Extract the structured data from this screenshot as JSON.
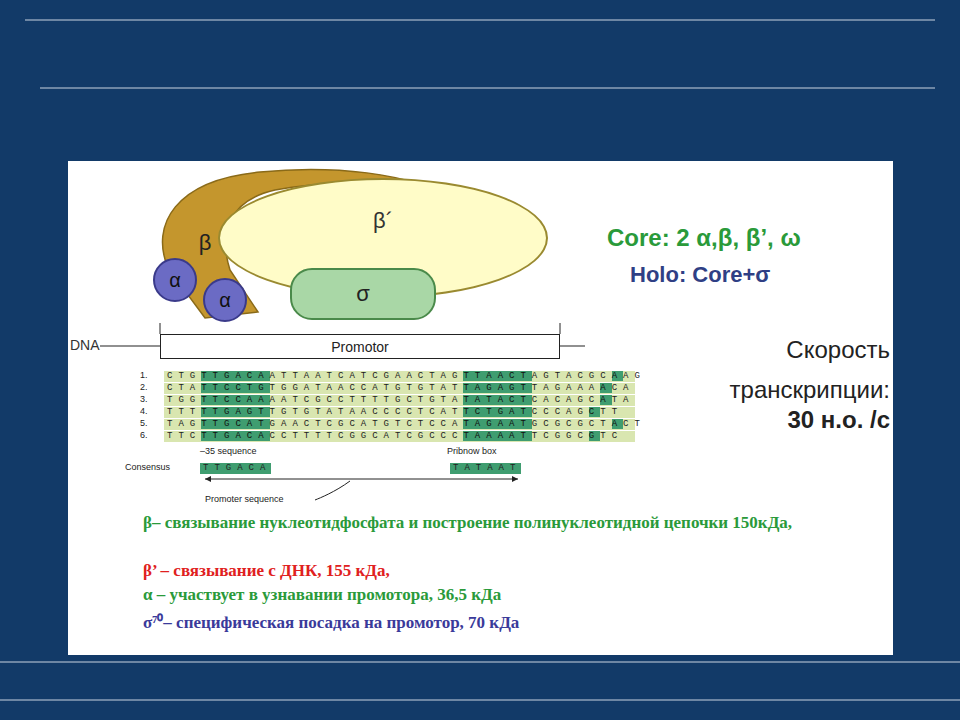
{
  "diagram": {
    "nodes": [
      {
        "text": [
          "β´"
        ]
      },
      {
        "text": [
          "β"
        ]
      },
      {
        "text": [
          "α"
        ]
      },
      {
        "text": [
          "α"
        ]
      },
      {
        "text": [
          "σ"
        ]
      },
      {
        "text": [
          "Promotor"
        ]
      }
    ],
    "labels": [
      "Core: 2 α,β, β’, ω",
      "Holo:  Core+σ",
      "Скорость транскрипции:",
      "30 н.о. /с",
      "DNA",
      "1.",
      "CTGTTGACAATTAATCATCGAACTAGTTAACTAGTACGCAAG",
      "2.",
      "CTATTCCTGTGGATAACCATGTGTATTAGAGTTAGAAAACA",
      "3.",
      "TGGTTCCAAAATCGCCTTTTGCTGTATATACTCACAGCATA",
      "4.",
      "TTTTTGAGTTGTGTATAACCCCTCATTCTGATCCCAGCTT",
      "5.",
      "TAGTTGCATGAACTCGCATGTCTCCATAGAATGCGCGCTACT",
      "6.",
      "TTCTTGACACCTTTTCGGCATCGCCCTAAAATTCGGCGTC",
      "–35 sequence",
      "Pribnow box",
      "Consensus",
      "TTGACA",
      "TATAAT",
      "Promoter sequence",
      "β– связывание нуклеотидфосфата и построение полинуклеотидной цепочки  150кДа,",
      "β’ – связывание с ДНК, 155 кДа,",
      "α – участвует в узнавании промотора, 36,5 кДа",
      "σ⁷⁰– специфическая посадка на промотор, 70 кДа"
    ]
  }
}
